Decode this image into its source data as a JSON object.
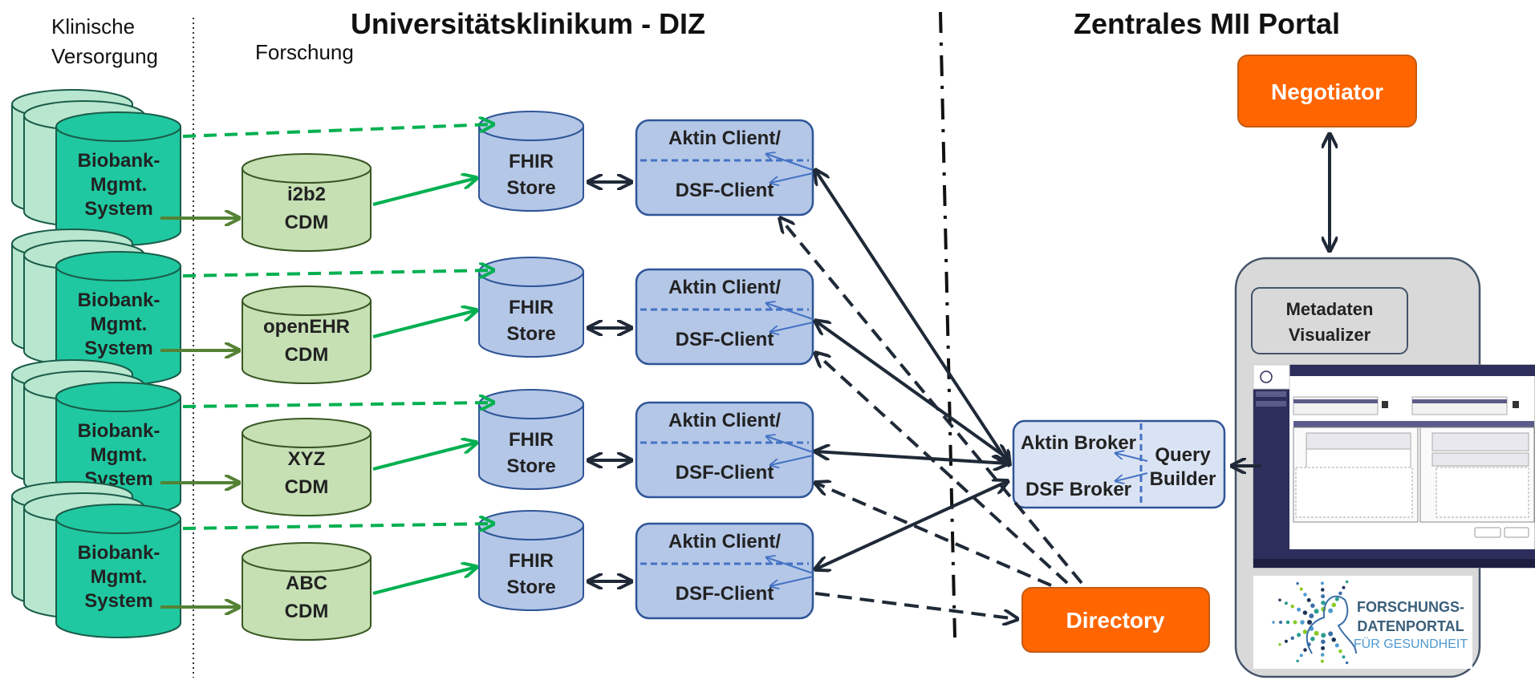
{
  "header": {
    "klinische": "Klinische",
    "versorgung": "Versorgung",
    "forschung": "Forschung",
    "diz_title": "Universitätsklinikum - DIZ",
    "portal_title": "Zentrales MII Portal"
  },
  "sites": [
    {
      "biobank": [
        "Biobank-",
        "Mgmt.",
        "System"
      ],
      "cdm": [
        "i2b2",
        "CDM"
      ],
      "fhir": [
        "FHIR",
        "Store"
      ],
      "client_top": "Aktin Client/",
      "client_bottom": "DSF-Client"
    },
    {
      "biobank": [
        "Biobank-",
        "Mgmt.",
        "System"
      ],
      "cdm": [
        "openEHR",
        "CDM"
      ],
      "fhir": [
        "FHIR",
        "Store"
      ],
      "client_top": "Aktin Client/",
      "client_bottom": "DSF-Client"
    },
    {
      "biobank": [
        "Biobank-",
        "Mgmt.",
        "System"
      ],
      "cdm": [
        "XYZ",
        "CDM"
      ],
      "fhir": [
        "FHIR",
        "Store"
      ],
      "client_top": "Aktin Client/",
      "client_bottom": "DSF-Client"
    },
    {
      "biobank": [
        "Biobank-",
        "Mgmt.",
        "System"
      ],
      "cdm": [
        "ABC",
        "CDM"
      ],
      "fhir": [
        "FHIR",
        "Store"
      ],
      "client_top": "Aktin Client/",
      "client_bottom": "DSF-Client"
    }
  ],
  "broker": {
    "aktin": "Aktin Broker",
    "dsf": "DSF Broker",
    "query": [
      "Query",
      "Builder"
    ]
  },
  "directory": "Directory",
  "negotiator": "Negotiator",
  "metadaten": [
    "Metadaten",
    "Visualizer"
  ],
  "forschungsportal": [
    "FORSCHUNGS-",
    "DATENPORTAL",
    "FÜR GESUNDHEIT"
  ],
  "colors": {
    "biobank_fill": "#1fc8a0",
    "cdm_fill": "#c6e0b4",
    "fhir_fill": "#b4c7e7",
    "client_fill": "#b4c7e7",
    "broker_fill": "#dae3f3",
    "orange": "#ff6600",
    "portal_bg": "#d9d9d9",
    "green_arrow": "#00b050",
    "dark_green_arrow": "#548235",
    "dark_arrow": "#1f2937",
    "blue_arrow": "#4472c4",
    "screenshot_nav": "#2e2e5c"
  }
}
